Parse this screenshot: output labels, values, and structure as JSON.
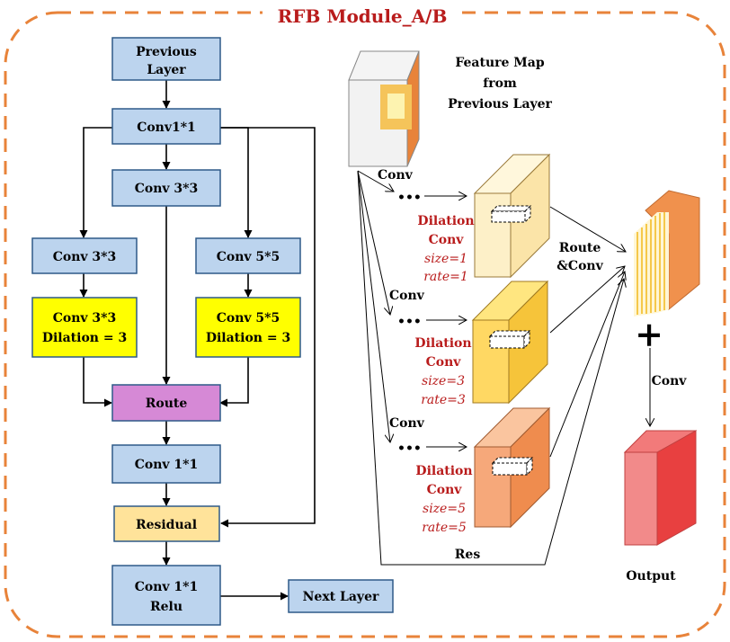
{
  "title": "RFB Module_A/B",
  "colors": {
    "frame": "#E8833A",
    "title": "#B91C1C",
    "box_blue": "#BCD4EE",
    "box_blue_border": "#2E5A88",
    "box_yellow": "#FFFF00",
    "box_purple": "#D689D6",
    "box_residual": "#FFE39A",
    "cube_light": "#FDF0C8",
    "cube_mid": "#FFD863",
    "cube_dark": "#F6A87A",
    "output_red": "#F06060"
  },
  "flow": {
    "previous_layer": [
      "Previous",
      "Layer"
    ],
    "conv1x1_top": "Conv1*1",
    "conv3x3_center": "Conv 3*3",
    "conv3x3_left": "Conv 3*3",
    "conv5x5_right": "Conv 5*5",
    "dil3x3": [
      "Conv 3*3",
      "Dilation = 3"
    ],
    "dil5x5": [
      "Conv 5*5",
      "Dilation = 3"
    ],
    "route": "Route",
    "conv1x1_mid": "Conv 1*1",
    "residual": "Residual",
    "conv1x1_relu": [
      "Conv 1*1",
      "Relu"
    ],
    "next_layer": "Next Layer"
  },
  "feature": {
    "header": [
      "Feature Map",
      "from",
      "Previous Layer"
    ],
    "conv_label": "Conv",
    "dots": "•••",
    "branches": [
      {
        "title": [
          "Dilation",
          "Conv"
        ],
        "size": "size=1",
        "rate": "rate=1"
      },
      {
        "title": [
          "Dilation",
          "Conv"
        ],
        "size": "size=3",
        "rate": "rate=3"
      },
      {
        "title": [
          "Dilation",
          "Conv"
        ],
        "size": "size=5",
        "rate": "rate=5"
      }
    ],
    "route_conv": [
      "Route",
      "&Conv"
    ],
    "plus": "+",
    "conv_down": "Conv",
    "res": "Res",
    "output": "Output"
  }
}
